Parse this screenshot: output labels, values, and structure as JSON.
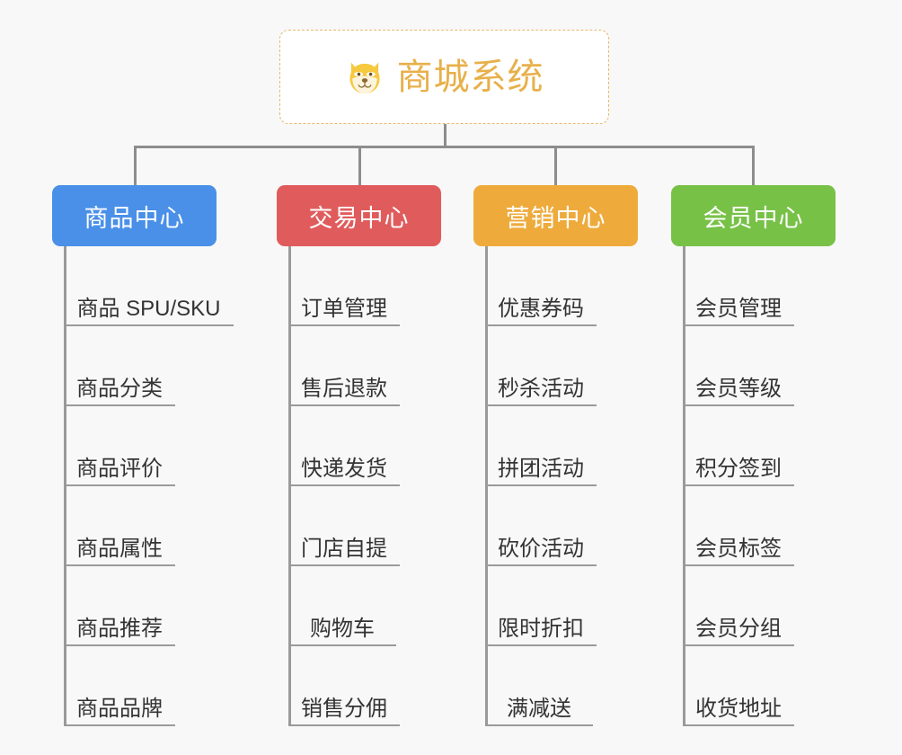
{
  "canvas": {
    "background": "#f8f8f8",
    "connector_color": "#8d8d8d",
    "leaf_line_color": "#9a9a9a"
  },
  "root": {
    "title": "商城系统",
    "icon": "shiba-dog-face-icon",
    "text_color": "#e8b04a",
    "border_color": "#e8b96a",
    "background": "#ffffff"
  },
  "categories": [
    {
      "label": "商品中心",
      "color": "#4a90e8",
      "items": [
        "商品 SPU/SKU",
        "商品分类",
        "商品评价",
        "商品属性",
        "商品推荐",
        "商品品牌"
      ]
    },
    {
      "label": "交易中心",
      "color": "#e05c5c",
      "items": [
        "订单管理",
        "售后退款",
        "快递发货",
        "门店自提",
        "购物车",
        "销售分佣"
      ]
    },
    {
      "label": "营销中心",
      "color": "#eeab3c",
      "items": [
        "优惠券码",
        "秒杀活动",
        "拼团活动",
        "砍价活动",
        "限时折扣",
        "满减送"
      ]
    },
    {
      "label": "会员中心",
      "color": "#78c147",
      "items": [
        "会员管理",
        "会员等级",
        "积分签到",
        "会员标签",
        "会员分组",
        "收货地址"
      ]
    }
  ]
}
